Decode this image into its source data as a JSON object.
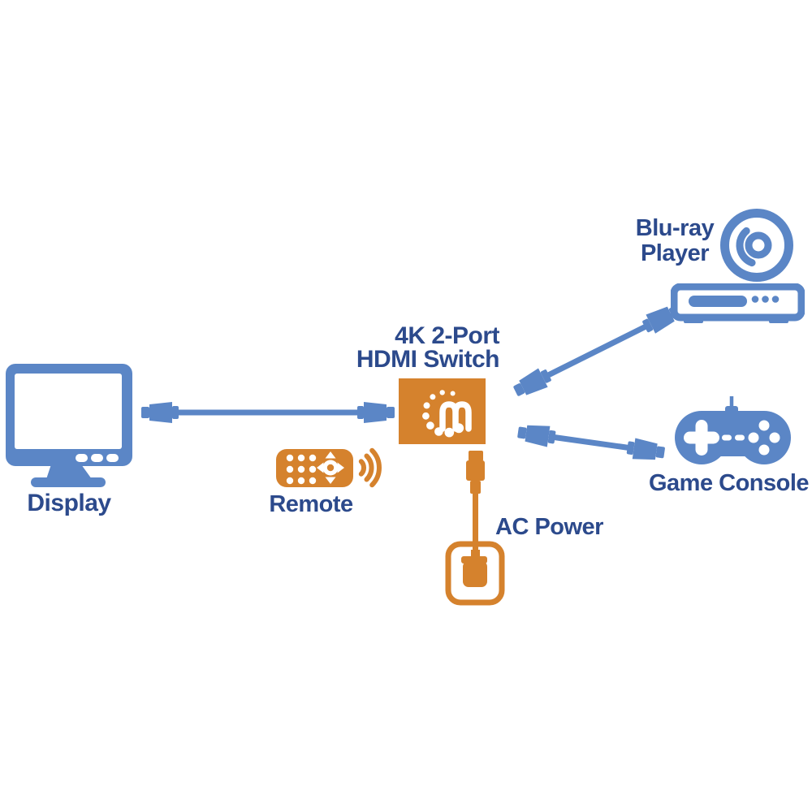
{
  "title": {
    "line1": "4K 2-Port",
    "line2": "HDMI Switch"
  },
  "logo": {
    "name": "manhattan-m-logo",
    "letter": "m"
  },
  "nodes": {
    "display": {
      "label": "Display"
    },
    "remote": {
      "label": "Remote"
    },
    "ac_power": {
      "label": "AC Power"
    },
    "bluray": {
      "line1": "Blu-ray",
      "line2": "Player"
    },
    "game_console": {
      "label": "Game Console"
    }
  },
  "icons": {
    "display": "monitor-icon",
    "switch": "hdmi-switch-box",
    "remote": "remote-control-icon",
    "wireless": "wireless-signal-icon",
    "ac_power": "power-adapter-icon",
    "bluray": "bluray-disc-and-player-icon",
    "game_console": "game-controller-icon",
    "cables": "hdmi-cable-icon"
  },
  "colors": {
    "blue": "#5b86c6",
    "navy": "#2c4a8c",
    "orange": "#d5822d",
    "bg": "#ffffff"
  }
}
